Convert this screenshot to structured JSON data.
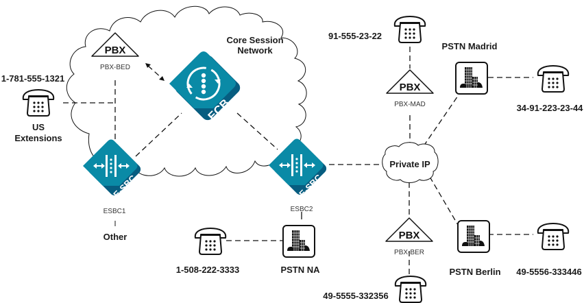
{
  "colors": {
    "teal": "#0a8aa6",
    "teal_dark": "#075d80",
    "line": "#111111"
  },
  "clouds": {
    "core": {
      "label_line1": "Core Session",
      "label_line2": "Network"
    },
    "private_ip": {
      "label": "Private IP"
    }
  },
  "devices": {
    "ecb": {
      "label": "ECB",
      "icon": "ecb-sync-icon"
    },
    "esbc1": {
      "badge": "E-SBC",
      "name": "ESBC1",
      "icon": "esbc-icon"
    },
    "esbc2": {
      "badge": "E-SBC",
      "name": "ESBC2",
      "icon": "esbc-icon"
    }
  },
  "pbx": {
    "bed": {
      "text": "PBX",
      "name": "PBX-BED"
    },
    "mad": {
      "text": "PBX",
      "name": "PBX-MAD"
    },
    "ber": {
      "text": "PBX",
      "name": "PBX-BER"
    }
  },
  "pstn": {
    "na": {
      "label": "PSTN NA",
      "icon": "building-icon"
    },
    "madrid": {
      "label": "PSTN Madrid",
      "icon": "building-icon"
    },
    "berlin": {
      "label": "PSTN Berlin",
      "icon": "building-icon"
    }
  },
  "phones": {
    "us": {
      "number": "1-781-555-1321",
      "label_line1": "US",
      "label_line2": "Extensions"
    },
    "na": {
      "number": "1-508-222-3333"
    },
    "mad_pbx": {
      "number": "91-555-23-22"
    },
    "madrid": {
      "number": "34-91-223-23-44"
    },
    "berlin": {
      "number": "49-5556-333446"
    },
    "ber_pbx": {
      "number": "49-5555-332356"
    }
  },
  "other": {
    "label": "Other"
  }
}
